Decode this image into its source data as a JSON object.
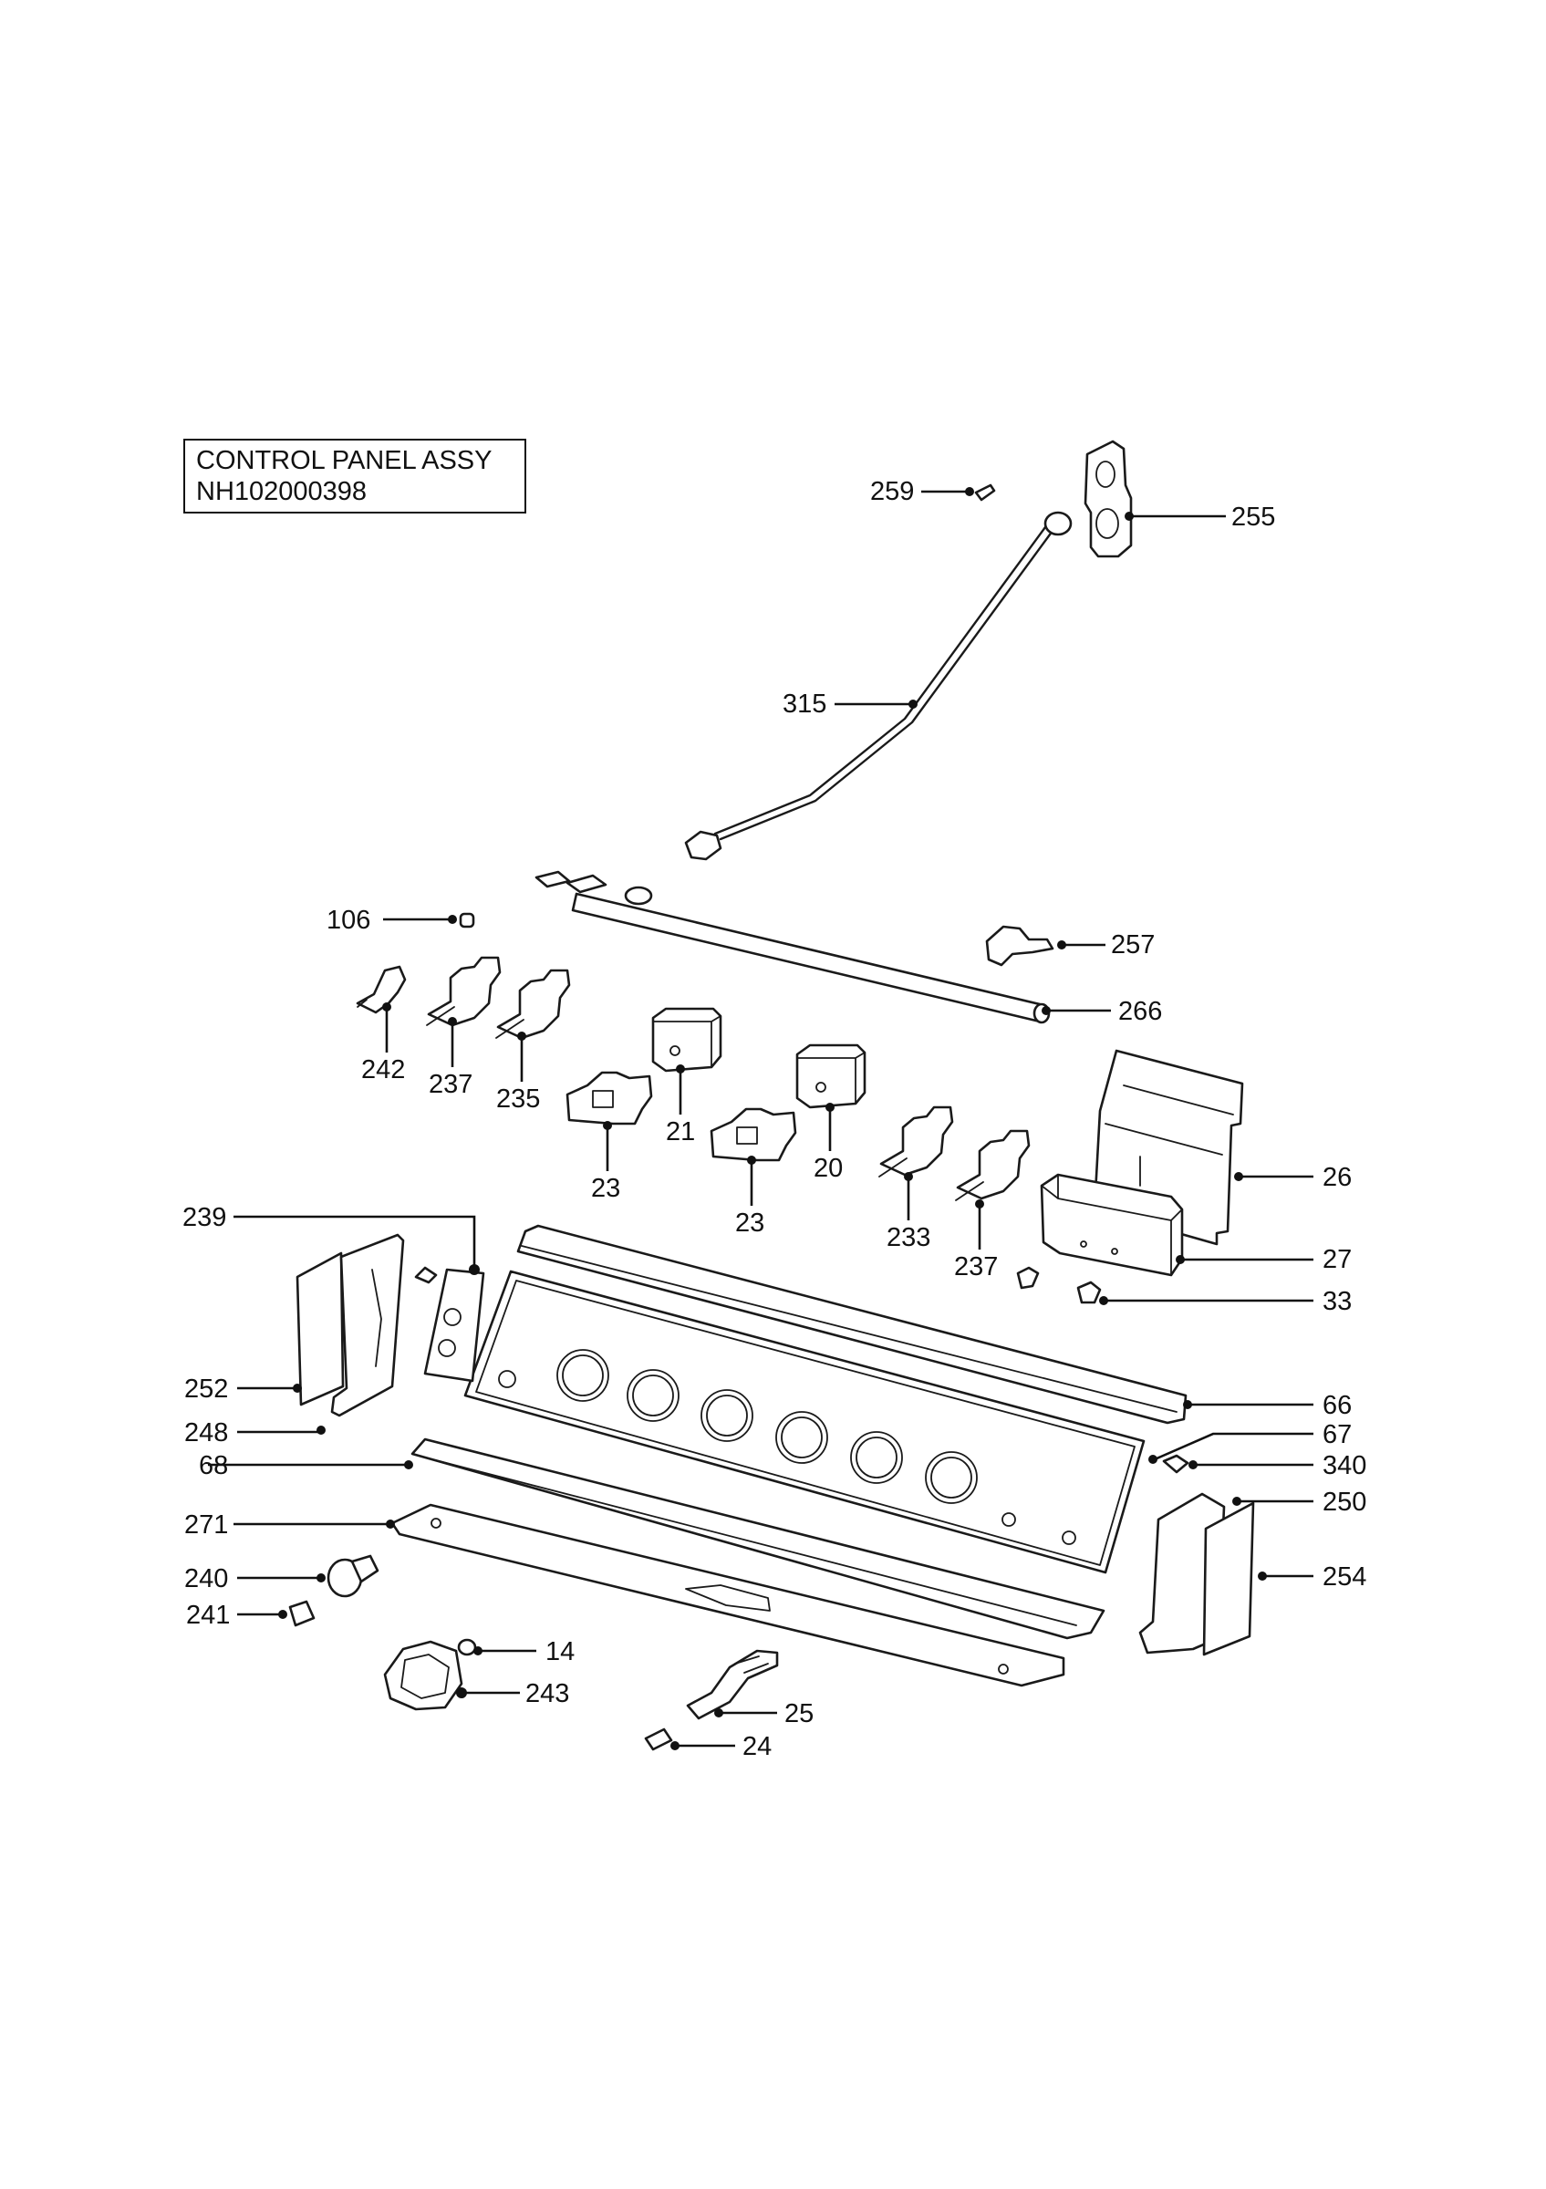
{
  "title_box": {
    "title": "CONTROL PANEL ASSY",
    "code": "NH102000398"
  },
  "callouts": [
    "259",
    "255",
    "315",
    "106",
    "257",
    "266",
    "242",
    "237",
    "235",
    "21",
    "20",
    "23",
    "233",
    "26",
    "239",
    "27",
    "33",
    "252",
    "66",
    "248",
    "67",
    "68",
    "340",
    "250",
    "271",
    "254",
    "240",
    "241",
    "14",
    "243",
    "25",
    "24"
  ]
}
